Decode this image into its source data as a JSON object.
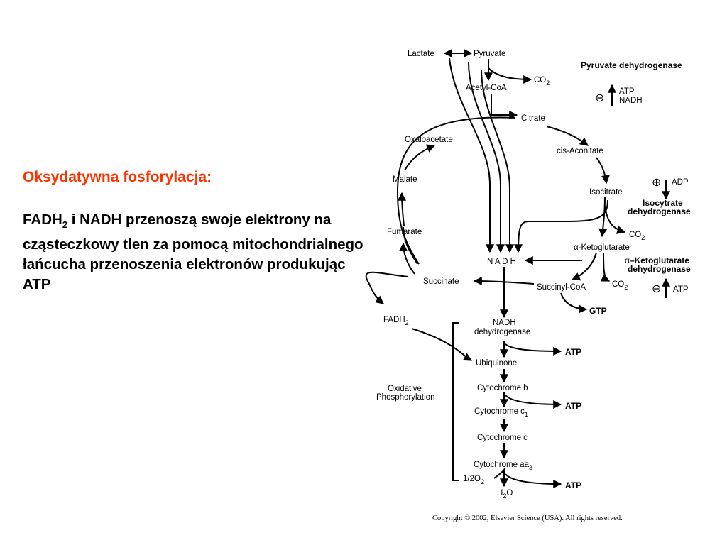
{
  "slide": {
    "heading": "Oksydatywna fosforylacja:",
    "body_part1": "FADH",
    "body_sub": "2",
    "body_part2": " i NADH przenoszą swoje elektrony na cząsteczkowy tlen za pomocą mitochondrialnego łańcucha przenoszenia elektronów produkując ATP"
  },
  "diagram": {
    "lactate": "Lactate",
    "pyruvate": "Pyruvate",
    "pyruvate_dehydrogenase": "Pyruvate dehydrogenase",
    "co2_a": "CO",
    "co2_sub": "2",
    "acetyl_coa": "Acetyl-CoA",
    "minus": "⊖",
    "plus": "⊕",
    "atp": "ATP",
    "nadh_small": "NADH",
    "citrate": "Citrate",
    "oxaloacetate": "Oxaloacetate",
    "cis_aconitate": "cis-Aconitate",
    "malate": "Malate",
    "isocitrate": "Isocitrate",
    "adp": "ADP",
    "isocitrate_dehydrogenase_1": "Isocytrate",
    "isocitrate_dehydrogenase_2": "dehydrogenase",
    "fumarate": "Fumarate",
    "alpha": "α",
    "ketoglutarate": "-Ketoglutarate",
    "ketoglutarate_dehydrogenase_1": "–Ketoglutarate",
    "ketoglutarate_dehydrogenase_2": "dehydrogenase",
    "nadh_center": "N A D H",
    "succinate": "Succinate",
    "succinyl_coa": "Succinyl-CoA",
    "gtp": "GTP",
    "fadh2": "FADH",
    "nadh_dehydrogenase_1": "NADH",
    "nadh_dehydrogenase_2": "dehydrogenase",
    "ubiquinone": "Ubiquinone",
    "oxidative_1": "Oxidative",
    "oxidative_2": "Phosphorylation",
    "cytochrome_b": "Cytochrome b",
    "cytochrome_c1": "Cytochrome c",
    "c1_sub": "1",
    "cytochrome_c": "Cytochrome c",
    "cytochrome_aa3": "Cytochrome aa",
    "aa3_sub": "3",
    "half_o2": "1/2O",
    "h2o_h": "H",
    "h2o_o": "O",
    "copyright": "Copyright © 2002, Elsevier Science (USA). All rights reserved."
  }
}
